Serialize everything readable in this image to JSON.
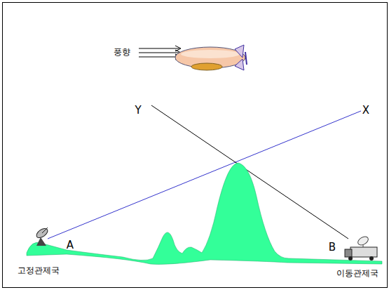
{
  "diagram": {
    "labels": [
      "풍향",
      "Y",
      "X",
      "A",
      "B",
      "고정관제국",
      "이동관제국"
    ]
  }
}
